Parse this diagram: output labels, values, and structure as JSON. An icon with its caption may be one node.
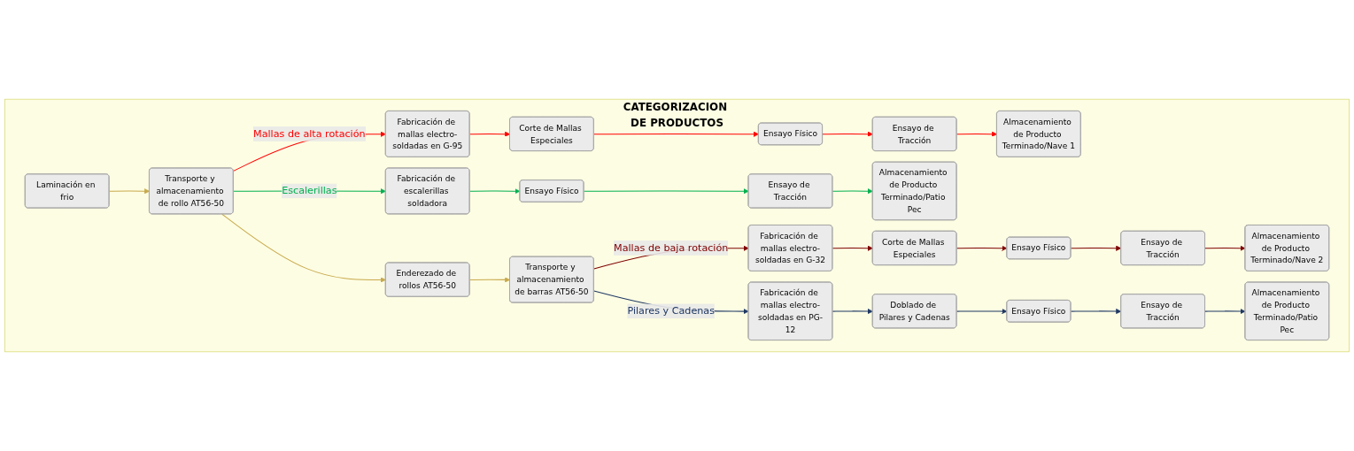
{
  "diagram": {
    "nodes": [
      {
        "text": [
          "CATEGORIZACION DE PRODUCTOS"
        ]
      },
      {
        "text": [
          "Laminación en frio"
        ],
        "in": 0
      },
      {
        "text": [
          "Transporte y almacenamiento de rollo AT56-50"
        ],
        "in": 0
      },
      {
        "text": [
          "Enderezado de rollos AT56-50"
        ],
        "in": 0
      },
      {
        "text": [
          "Transporte y almacenamiento de barras AT56-50"
        ],
        "in": 0
      },
      {
        "text": [
          "Fabricación de mallas electro-soldadas en G-95"
        ],
        "in": 0
      },
      {
        "text": [
          "Corte de Mallas Especiales"
        ],
        "in": 0
      },
      {
        "text": [
          "Ensayo Físico"
        ],
        "in": 0
      },
      {
        "text": [
          "Ensayo de Tracción"
        ],
        "in": 0
      },
      {
        "text": [
          "Almacenamiento de Producto Terminado/Nave 1"
        ],
        "in": 0
      },
      {
        "text": [
          "Fabricación de escalerillas soldadora"
        ],
        "in": 0
      },
      {
        "text": [
          "Ensayo Físico"
        ],
        "in": 0
      },
      {
        "text": [
          "Ensayo de Tracción"
        ],
        "in": 0
      },
      {
        "text": [
          "Almacenamiento de Producto Terminado/Patio Pec"
        ],
        "in": 0
      },
      {
        "text": [
          "Fabricación de mallas electro-soldadas en G-32"
        ],
        "in": 0
      },
      {
        "text": [
          "Corte de Mallas Especiales"
        ],
        "in": 0
      },
      {
        "text": [
          "Ensayo Físico"
        ],
        "in": 0
      },
      {
        "text": [
          "Ensayo de Tracción"
        ],
        "in": 0
      },
      {
        "text": [
          "Almacenamiento de Producto Terminado/Nave 2"
        ],
        "in": 0
      },
      {
        "text": [
          "Fabricación de mallas electro-soldadas en PG-12"
        ],
        "in": 0
      },
      {
        "text": [
          "Doblado de Pilares y Cadenas"
        ],
        "in": 0
      },
      {
        "text": [
          "Ensayo Físico"
        ],
        "in": 0
      },
      {
        "text": [
          "Ensayo de Tracción"
        ],
        "in": 0
      },
      {
        "text": [
          "Almacenamiento de Producto Terminado/Patio Pec"
        ],
        "in": 0
      }
    ],
    "edges": [
      {
        "from": 1,
        "to": 2,
        "arrow": "to",
        "color": "#c8a94c"
      },
      {
        "from": 2,
        "to": 3,
        "arrow": "to",
        "color": "#c8a94c"
      },
      {
        "from": 3,
        "to": 4,
        "arrow": "to",
        "color": "#c8a94c"
      },
      {
        "from": 2,
        "to": 5,
        "arrow": "to",
        "label": "Mallas de alta rotación",
        "color": "#ff0000"
      },
      {
        "from": 5,
        "to": 6,
        "arrow": "to",
        "color": "#ff0000"
      },
      {
        "from": 6,
        "to": 7,
        "arrow": "to",
        "color": "#ff0000"
      },
      {
        "from": 7,
        "to": 8,
        "arrow": "to",
        "color": "#ff0000"
      },
      {
        "from": 8,
        "to": 9,
        "arrow": "to",
        "color": "#ff0000"
      },
      {
        "from": 2,
        "to": 10,
        "arrow": "to",
        "label": "Escalerillas",
        "color": "#00b050"
      },
      {
        "from": 10,
        "to": 11,
        "arrow": "to",
        "color": "#00b050"
      },
      {
        "from": 11,
        "to": 12,
        "arrow": "to",
        "color": "#00b050"
      },
      {
        "from": 12,
        "to": 13,
        "arrow": "to",
        "color": "#00b050"
      },
      {
        "from": 4,
        "to": 14,
        "arrow": "to",
        "label": "Mallas de baja rotación",
        "color": "#7f0000"
      },
      {
        "from": 14,
        "to": 15,
        "arrow": "to",
        "color": "#7f0000"
      },
      {
        "from": 15,
        "to": 16,
        "arrow": "to",
        "color": "#7f0000"
      },
      {
        "from": 16,
        "to": 17,
        "arrow": "to",
        "color": "#7f0000"
      },
      {
        "from": 17,
        "to": 18,
        "arrow": "to",
        "color": "#7f0000"
      },
      {
        "from": 4,
        "to": 19,
        "arrow": "to",
        "label": "Pilares y Cadenas",
        "color": "#1f3864"
      },
      {
        "from": 19,
        "to": 20,
        "arrow": "to",
        "color": "#1f3864"
      },
      {
        "from": 20,
        "to": 21,
        "arrow": "to",
        "color": "#1f3864"
      },
      {
        "from": 21,
        "to": 22,
        "arrow": "to",
        "color": "#1f3864"
      },
      {
        "from": 22,
        "to": 23,
        "arrow": "to",
        "color": "#1f3864"
      }
    ]
  }
}
